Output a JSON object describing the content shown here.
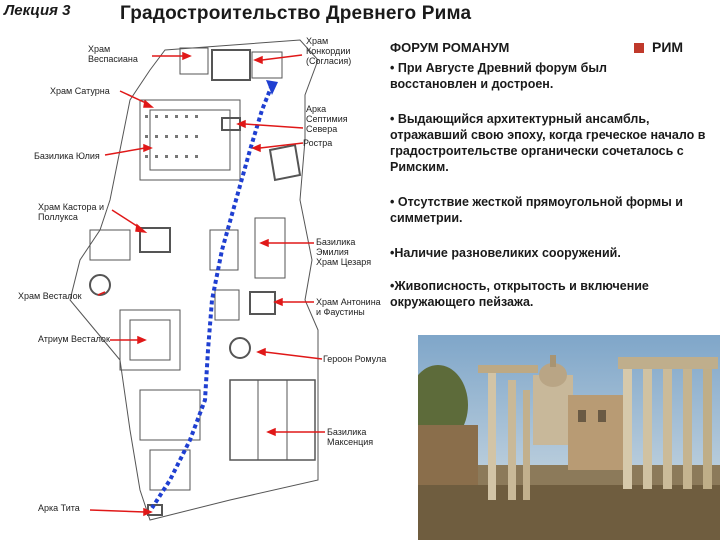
{
  "slide": {
    "lecture": "Лекция 3",
    "title": "Градостроительство Древнего Рима"
  },
  "plan_labels": {
    "vespasian": "Храм\nВеспасиана",
    "concordia": "Храм\nКонкордии\n(Согласия)",
    "saturn": "Храм Сатурна",
    "severus": "Арка\nСептимия\nСевера",
    "rostra": "Ростра",
    "julia": "Базилика Юлия",
    "castor": "Храм Кастора и\nПоллукса",
    "aemilia": "Базилика\nЭмилия\nХрам Цезаря",
    "vesta": "Храм Весталок",
    "antoninus": "Храм Антонина\nи Фаустины",
    "atrium": "Атриум Весталок",
    "romulus": "Героон Ромула",
    "maxentius": "Базилика\nМаксенция",
    "titus": "Арка Тита"
  },
  "panel": {
    "forum_title": "ФОРУМ РОМАНУМ",
    "rim": "РИМ",
    "bullets": [
      "• При Августе Древний форум был восстановлен и достроен.",
      "• Выдающийся архитектурный ансамбль, отражавший свою эпоху, когда греческое начало в градостроительстве органически сочеталось с Римским.",
      "• Отсутствие жесткой прямоугольной формы и симметрии.",
      "•Наличие разновеликих сооружений.",
      "•Живописность, открытость и включение окружающего пейзажа."
    ]
  },
  "colors": {
    "arrow": "#e01818",
    "route": "#1f3fd1",
    "rim_marker": "#c0392b"
  }
}
